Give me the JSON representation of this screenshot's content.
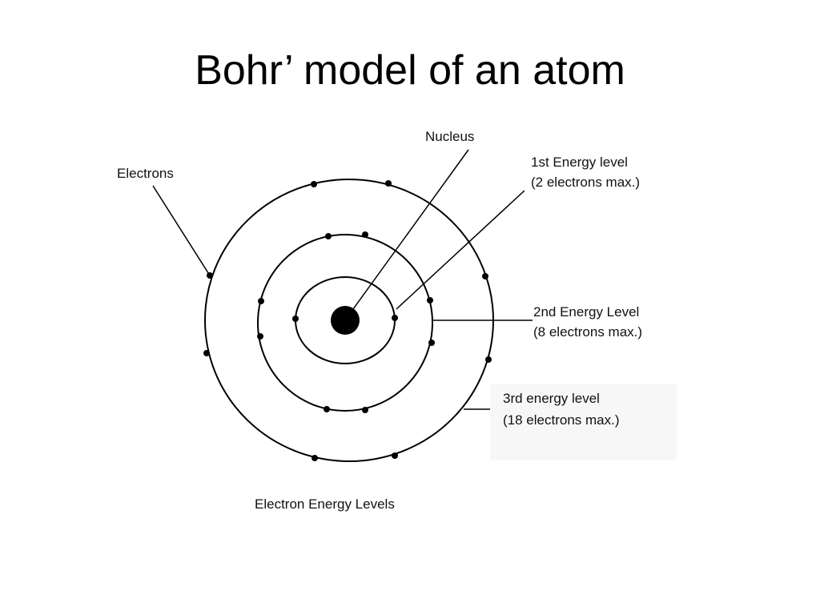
{
  "slide": {
    "title": "Bohr’ model of an atom"
  },
  "diagram": {
    "labels": {
      "nucleus": "Nucleus",
      "electrons": "Electrons",
      "level1_line1": "1st Energy level",
      "level1_line2": "(2 electrons max.)",
      "level2_line1": "2nd Energy Level",
      "level2_line2": "(8 electrons max.)",
      "level3_line1": "3rd energy level",
      "level3_line2": "(18 electrons max.)",
      "caption": "Electron Energy Levels"
    },
    "shells": [
      {
        "name": "1st Energy level",
        "electrons": 2
      },
      {
        "name": "2nd Energy Level",
        "electrons": 8
      },
      {
        "name": "3rd energy level",
        "electrons": 8
      }
    ]
  }
}
